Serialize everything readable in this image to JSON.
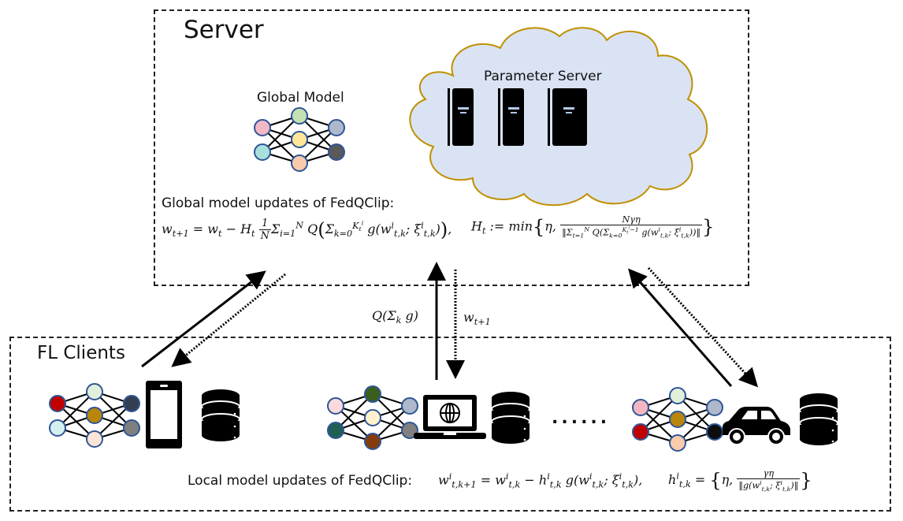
{
  "server": {
    "title": "Server",
    "global_model_label": "Global Model",
    "parameter_server_label": "Parameter Server",
    "global_update_heading": "Global model updates of FedQClip:",
    "global_update_formula": "w_{t+1} = w_t − H_t (1/N) Σ_{i=1}^{N} Q( Σ_{k=0}^{K_t^i} g(w_{t,k}^i; ξ_{t,k}^i) ),",
    "global_step_formula": "H_t := min{ η, Nγη / ‖Σ_{t=1}^{N} Q( Σ_{k=0}^{K_t^i−1} g(w_{t,k}^i; ξ_{t,k}^i) )‖ }",
    "global_model_colors": [
      "#f2b8c6",
      "#a8e0dc",
      "#c5e0b4",
      "#ffe699",
      "#f8cbad",
      "#adb9ca",
      "#595959"
    ],
    "cloud_fill": "#dae3f3",
    "cloud_stroke": "#bf9000"
  },
  "communication": {
    "upload_label": "Q(Σ_k g)",
    "download_label": "w_{t+1}"
  },
  "clients": {
    "title": "FL Clients",
    "ellipsis": "......",
    "devices": [
      {
        "type": "phone",
        "model_colors": [
          "#c00000",
          "#d4f1f0",
          "#e2efda",
          "#b8860b",
          "#fce4d6",
          "#333f50",
          "#7f7f7f"
        ]
      },
      {
        "type": "laptop",
        "model_colors": [
          "#fadadd",
          "#1f6054",
          "#3a5f1c",
          "#fff2cc",
          "#843c0c",
          "#adb9ca",
          "#808080"
        ]
      },
      {
        "type": "car",
        "model_colors": [
          "#f4b6c2",
          "#c00000",
          "#e2efda",
          "#b8860b",
          "#f8cbad",
          "#adb9ca",
          "#0d0d0d"
        ]
      }
    ],
    "local_update_heading": "Local model updates of FedQClip:",
    "local_update_formula": "w_{t,k+1}^i = w_{t,k}^i − h_{t,k}^i g(w_{t,k}^i; ξ_{t,k}^i),",
    "local_step_formula": "h_{t,k}^i = { η, γη / ‖g(w_{t,k}^i; ξ_{t,k}^i)‖ }"
  }
}
